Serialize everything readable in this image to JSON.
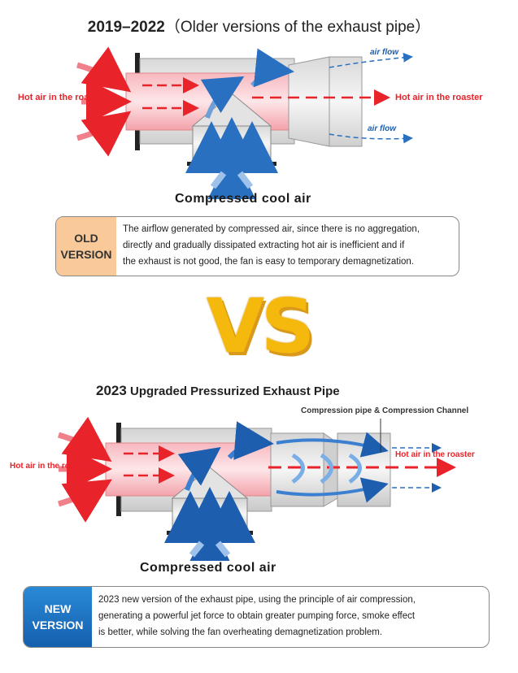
{
  "old": {
    "title_years": "2019–2022",
    "title_rest": "（Older versions of the exhaust pipe）",
    "hot_air_left": "Hot air in the roaster",
    "hot_air_right": "Hot air in the roaster",
    "air_flow_top": "air flow",
    "air_flow_bottom": "air flow",
    "compressed": "Compressed cool air",
    "tag_line1": "OLD",
    "tag_line2": "VERSION",
    "desc_line1": "The airflow generated by compressed air, since there is no aggregation,",
    "desc_line2": "directly and gradually dissipated extracting hot air is inefficient and if",
    "desc_line3": "the exhaust is not good, the fan is easy to temporary demagnetization."
  },
  "vs": "VS",
  "new": {
    "title_years": "2023",
    "title_rest": "Upgraded Pressurized Exhaust Pipe",
    "compression_label": "Compression pipe & Compression Channel",
    "hot_air_left": "Hot air in the roaster",
    "hot_air_right": "Hot air in the roaster",
    "compressed": "Compressed cool air",
    "tag_line1": "NEW",
    "tag_line2": "VERSION",
    "desc_line1": "2023 new version of the exhaust pipe, using the principle of air compression,",
    "desc_line2": "generating a powerful jet force to obtain greater pumping force, smoke effect",
    "desc_line3": "is better, while solving the fan overheating demagnetization problem."
  },
  "colors": {
    "hot_red": "#e8232a",
    "flow_blue": "#1d5fae",
    "old_tag_bg": "#f9c99a",
    "new_tag_bg": "#1d7cc9",
    "vs_gold": "#f4b90c"
  }
}
